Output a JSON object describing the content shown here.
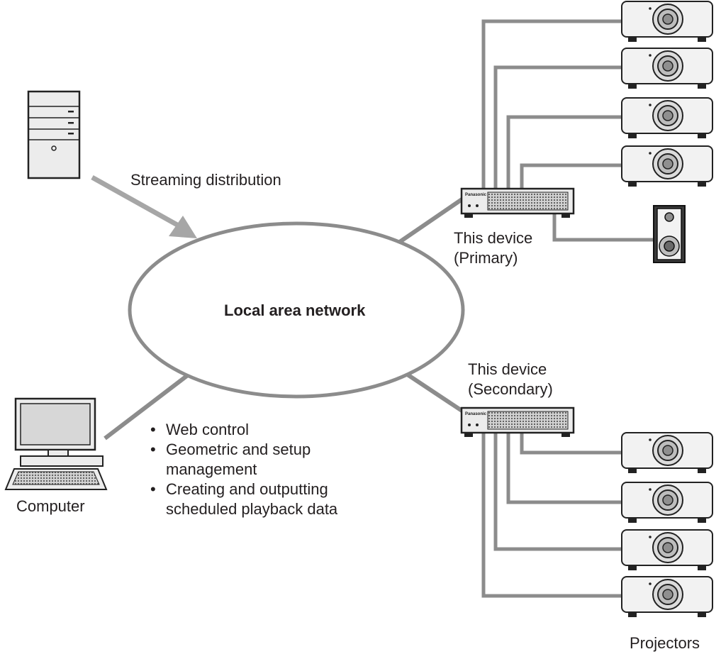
{
  "labels": {
    "streaming": "Streaming distribution",
    "lan": "Local area network",
    "primary_line1": "This device",
    "primary_line2": "(Primary)",
    "secondary_line1": "This device",
    "secondary_line2": "(Secondary)",
    "computer": "Computer",
    "projectors": "Projectors"
  },
  "computer_functions": [
    "Web control",
    "Geometric and setup",
    "management",
    "Creating and outputting",
    "scheduled playback data"
  ],
  "device_brand": "Panasonic",
  "colors": {
    "line": "#8c8c8c",
    "equipment_fill": "#ececec",
    "dark_equipment": "#3a3a3a",
    "text": "#231f20"
  }
}
